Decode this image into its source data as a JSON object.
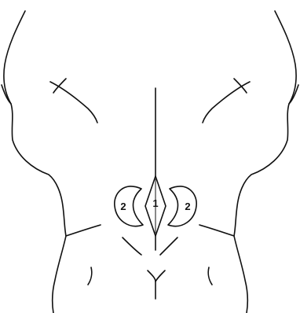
{
  "labels": {
    "center": "1",
    "left": "2",
    "right": "2"
  },
  "line_color": "#111111",
  "background": "#ffffff"
}
